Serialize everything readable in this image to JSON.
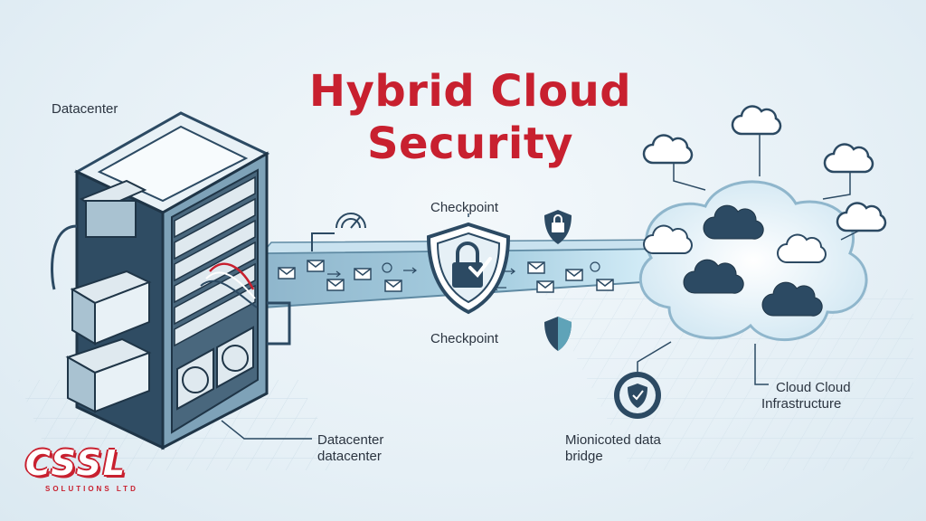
{
  "title": {
    "line1": "Hybrid Cloud",
    "line2": "Security"
  },
  "labels": {
    "datacenter_top": "Datacenter",
    "checkpoint_top": "Checkpoint",
    "checkpoint_bottom": "Checkpoint",
    "datacenter_bottom_1": "Datacenter",
    "datacenter_bottom_2": "datacenter",
    "bridge_1": "Mionicoted data",
    "bridge_2": "bridge",
    "cloud_1": "Cloud Cloud",
    "cloud_2": "Infrastructure"
  },
  "logo": {
    "brand": "CSSL",
    "tagline": "SOLUTIONS LTD"
  },
  "colors": {
    "accent": "#c8202f",
    "navy": "#2c4a63",
    "pipe": "#9fc3d8",
    "cloud": "#e4f1f8"
  },
  "icons": [
    "server-rack-icon",
    "shield-lock-icon",
    "lock-icon",
    "shield-icon",
    "shield-check-icon",
    "cloud-icon",
    "envelope-icon",
    "gauge-icon"
  ]
}
